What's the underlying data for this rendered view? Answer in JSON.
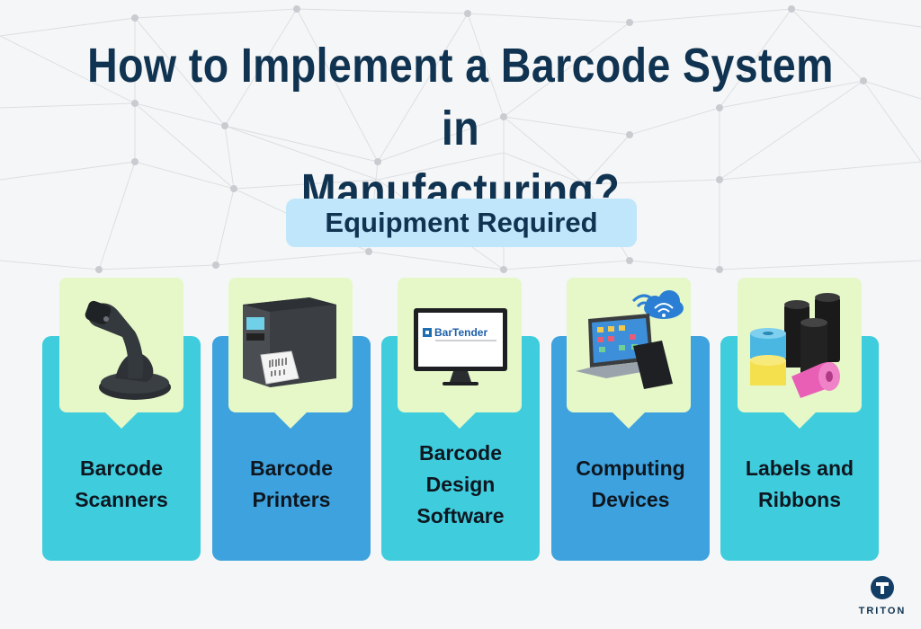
{
  "title_line1": "How to Implement a Barcode System in",
  "title_line2": "Manufacturing?",
  "subtitle": "Equipment Required",
  "cards": [
    {
      "line1": "Barcode",
      "line2": "Scanners",
      "line3": "",
      "icon": "barcode-scanner-icon"
    },
    {
      "line1": "Barcode",
      "line2": "Printers",
      "line3": "",
      "icon": "barcode-printer-icon"
    },
    {
      "line1": "Barcode",
      "line2": "Design",
      "line3": "Software",
      "icon": "design-software-monitor-icon"
    },
    {
      "line1": "Computing",
      "line2": "Devices",
      "line3": "",
      "icon": "laptop-phone-cloud-icon"
    },
    {
      "line1": "Labels and",
      "line2": "Ribbons",
      "line3": "",
      "icon": "label-rolls-icon"
    }
  ],
  "software_logo_text": "BarTender",
  "logo": {
    "letter": "T",
    "name": "TRITON"
  },
  "colors": {
    "title": "#0f3350",
    "subtitle_bg": "#bfe6fa",
    "card_cyan": "#3fcdde",
    "card_blue": "#3ea2de",
    "image_box": "#e6f7c8"
  }
}
